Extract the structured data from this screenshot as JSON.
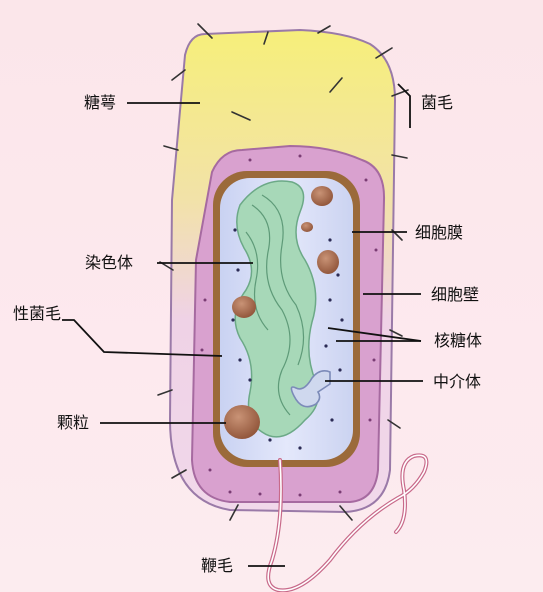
{
  "labels": {
    "capsule": "糖萼",
    "pili": "菌毛",
    "chromosome": "染色体",
    "cell_membrane": "细胞膜",
    "cell_wall": "细胞壁",
    "sex_pilus": "性菌毛",
    "ribosome": "核糖体",
    "mesosome": "中介体",
    "granule": "颗粒",
    "flagellum": "鞭毛"
  },
  "colors": {
    "capsule_top": "#f6ef7a",
    "capsule_body": "#efd2e6",
    "cell_wall": "#d69cc8",
    "membrane": "#9b6a3a",
    "cytoplasm": "#d8def8",
    "chromosome": "#a7d8b8",
    "granule": "#a86c4e"
  }
}
